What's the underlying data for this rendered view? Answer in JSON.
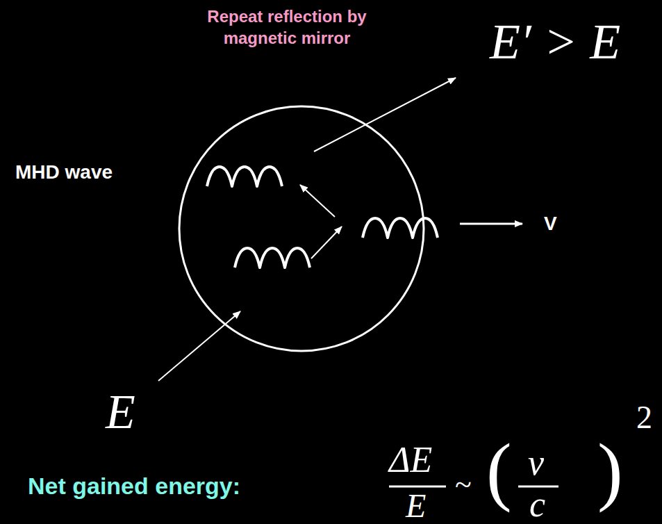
{
  "diagram": {
    "labels": [
      "Repeat reflection by magnetic mirror",
      "E′ > E",
      "MHD wave",
      "V",
      "E",
      "Net gained energy:",
      "ΔE",
      "E",
      "~",
      "(",
      "v",
      "c",
      ")",
      "2"
    ]
  }
}
